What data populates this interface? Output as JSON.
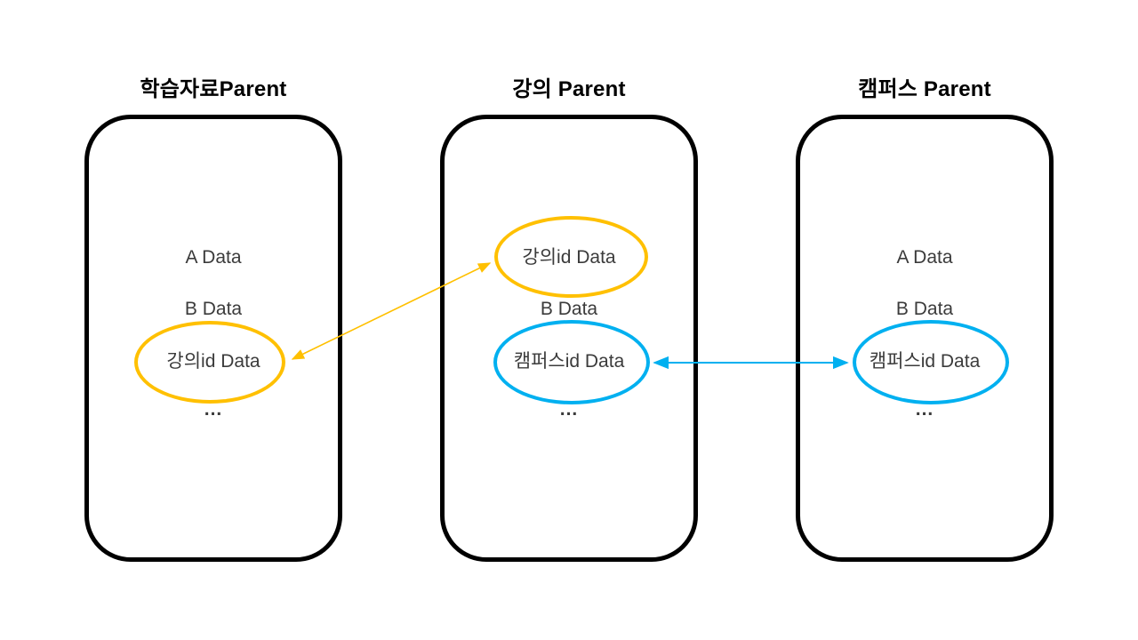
{
  "diagram": {
    "columns": [
      {
        "title": "학습자료Parent",
        "rows": [
          {
            "label": "A Data",
            "highlight": null
          },
          {
            "label": "B Data",
            "highlight": null
          },
          {
            "label": "강의id Data",
            "highlight": "yellow"
          },
          {
            "label": "...",
            "highlight": null
          }
        ]
      },
      {
        "title": "강의 Parent",
        "rows": [
          {
            "label": "강의id Data",
            "highlight": "yellow"
          },
          {
            "label": "B Data",
            "highlight": null
          },
          {
            "label": "캠퍼스id Data",
            "highlight": "blue"
          },
          {
            "label": "...",
            "highlight": null
          }
        ]
      },
      {
        "title": "캠퍼스 Parent",
        "rows": [
          {
            "label": "A Data",
            "highlight": null
          },
          {
            "label": "B Data",
            "highlight": null
          },
          {
            "label": "캠퍼스id Data",
            "highlight": "blue"
          },
          {
            "label": "...",
            "highlight": null
          }
        ]
      }
    ],
    "connectors": [
      {
        "name": "lecture-id-link",
        "color": "yellow",
        "from": "학습자료Parent / 강의id Data",
        "to": "강의 Parent / 강의id Data",
        "double_headed": true
      },
      {
        "name": "campus-id-link",
        "color": "blue",
        "from": "강의 Parent / 캠퍼스id Data",
        "to": "캠퍼스 Parent / 캠퍼스id Data",
        "double_headed": true
      }
    ],
    "colors": {
      "accent_yellow": "#FFC000",
      "accent_blue": "#00B0F0",
      "box_border": "#000000",
      "text": "#3b3b3b",
      "title": "#000000"
    }
  }
}
